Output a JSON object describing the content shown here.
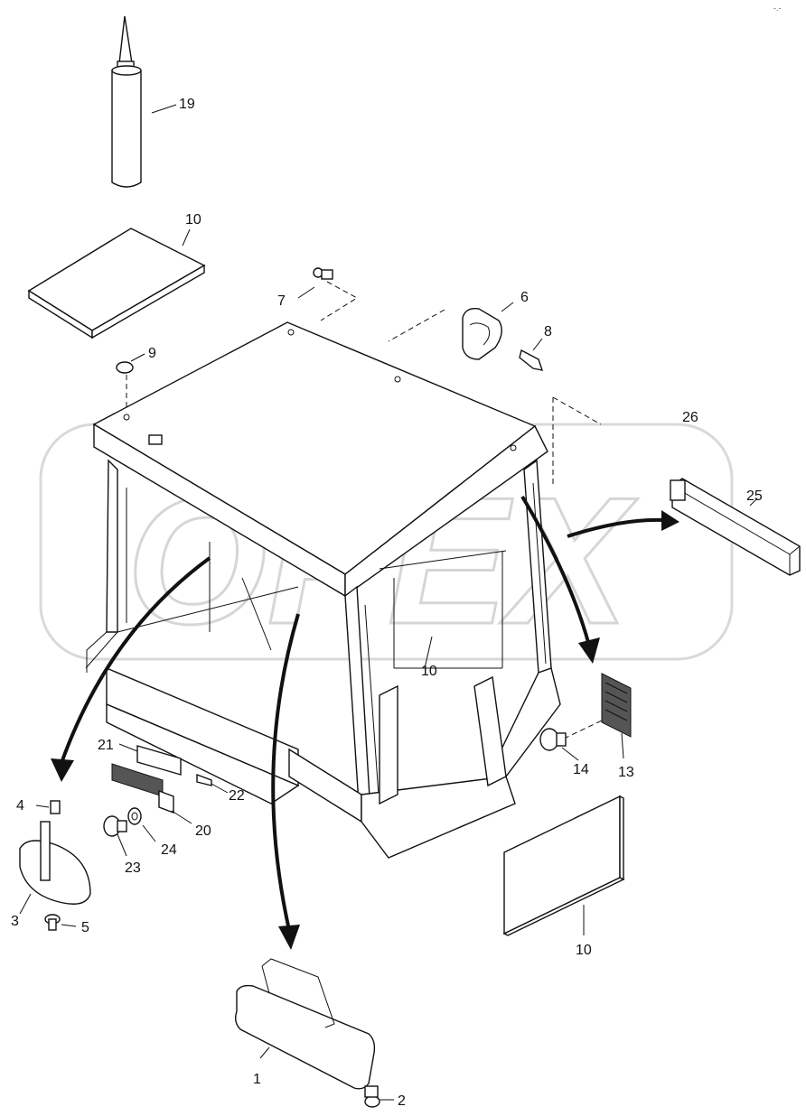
{
  "watermark": {
    "text": "OPEX"
  },
  "corner_mark": "-.-",
  "callouts": [
    {
      "id": "c19",
      "text": "19"
    },
    {
      "id": "c10a",
      "text": "10"
    },
    {
      "id": "c7",
      "text": "7"
    },
    {
      "id": "c6",
      "text": "6"
    },
    {
      "id": "c8",
      "text": "8"
    },
    {
      "id": "c9",
      "text": "9"
    },
    {
      "id": "c26",
      "text": "26"
    },
    {
      "id": "c25",
      "text": "25"
    },
    {
      "id": "c10b",
      "text": "10"
    },
    {
      "id": "c21",
      "text": "21"
    },
    {
      "id": "c22",
      "text": "22"
    },
    {
      "id": "c4",
      "text": "4"
    },
    {
      "id": "c20",
      "text": "20"
    },
    {
      "id": "c24",
      "text": "24"
    },
    {
      "id": "c23",
      "text": "23"
    },
    {
      "id": "c3",
      "text": "3"
    },
    {
      "id": "c5",
      "text": "5"
    },
    {
      "id": "c14",
      "text": "14"
    },
    {
      "id": "c13",
      "text": "13"
    },
    {
      "id": "c10c",
      "text": "10"
    },
    {
      "id": "c1",
      "text": "1"
    },
    {
      "id": "c2",
      "text": "2"
    }
  ]
}
